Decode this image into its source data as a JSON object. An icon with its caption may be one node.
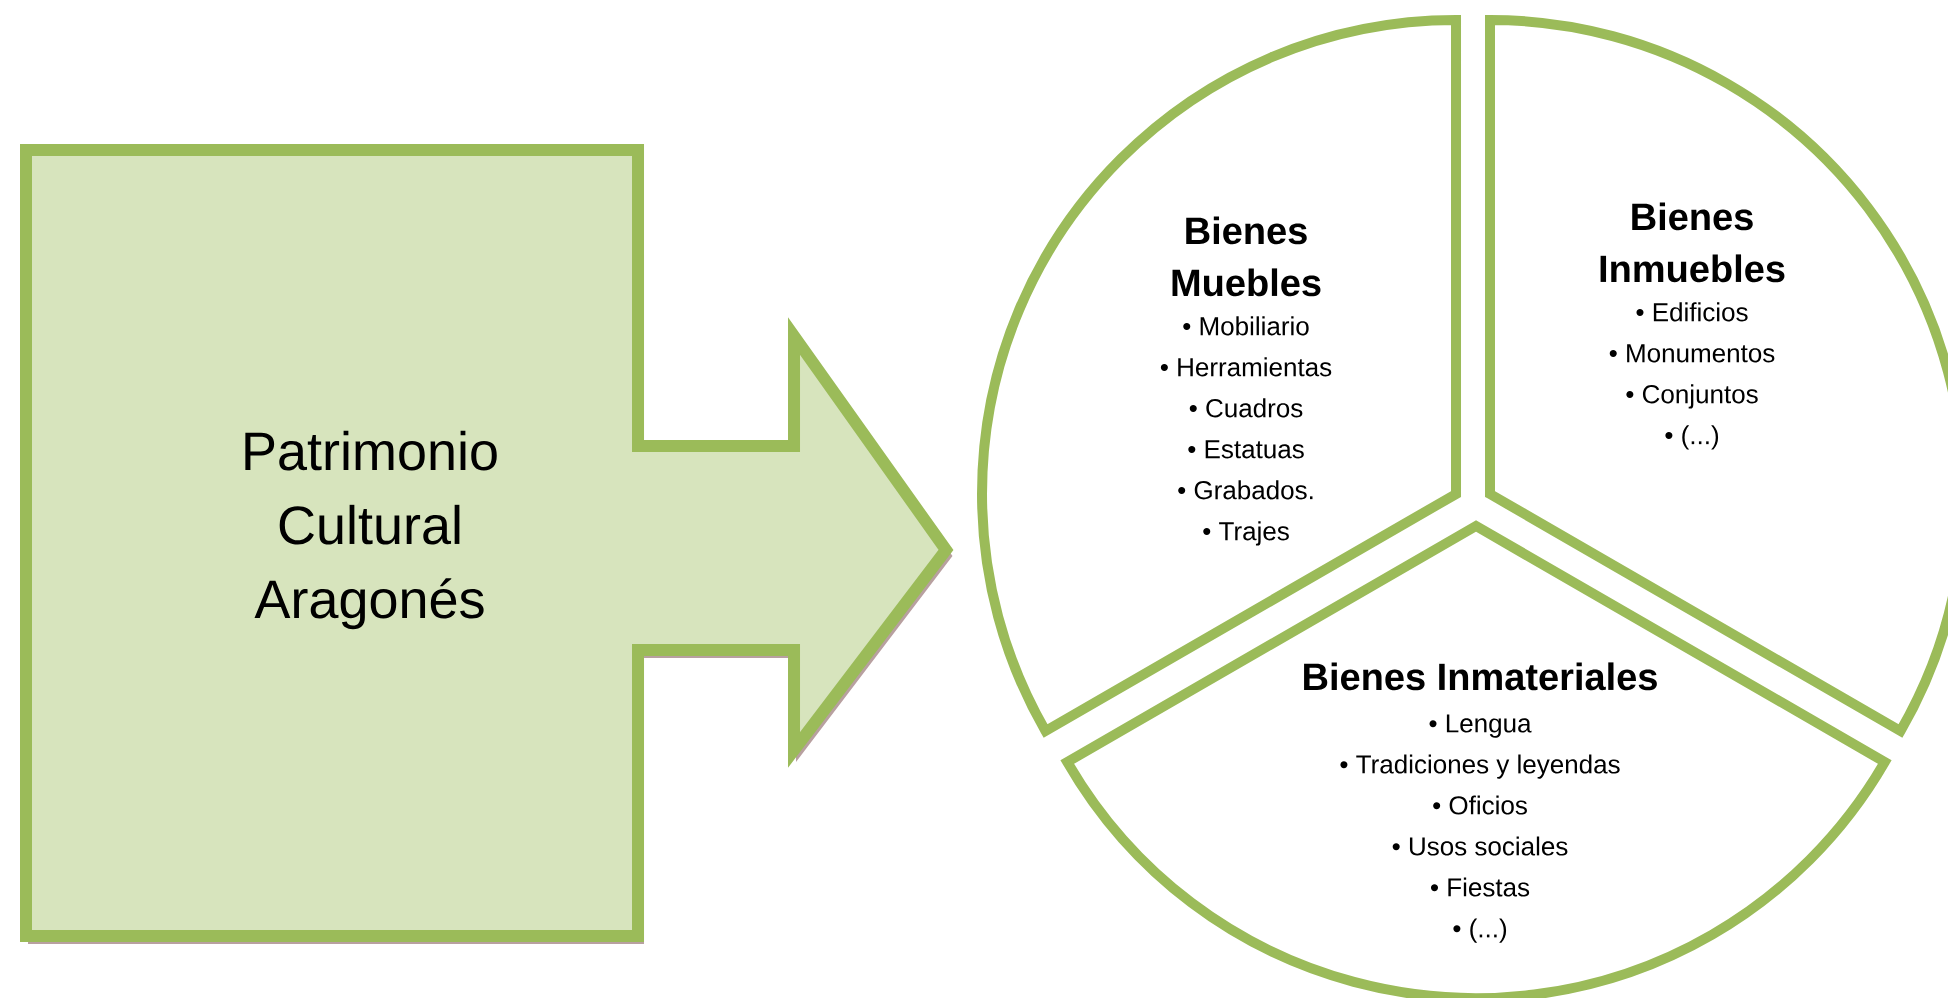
{
  "diagram": {
    "nodes": [
      {
        "text": [
          "Patrimonio Cultural Aragonés"
        ]
      },
      {
        "text": [
          "Bienes Muebles",
          "• Mobiliario",
          "• Herramientas",
          "• Cuadros",
          "• Estatuas",
          "• Grabados.",
          "• Trajes"
        ]
      },
      {
        "text": [
          "Bienes Inmuebles",
          "• Edificios",
          "• Monumentos",
          "• Conjuntos",
          "• (...)"
        ]
      },
      {
        "text": [
          "Bienes Inmateriales",
          "• Lengua",
          "• Tradiciones y leyendas",
          "• Oficios",
          "• Usos sociales",
          "• Fiestas",
          "• (...)"
        ]
      }
    ]
  }
}
